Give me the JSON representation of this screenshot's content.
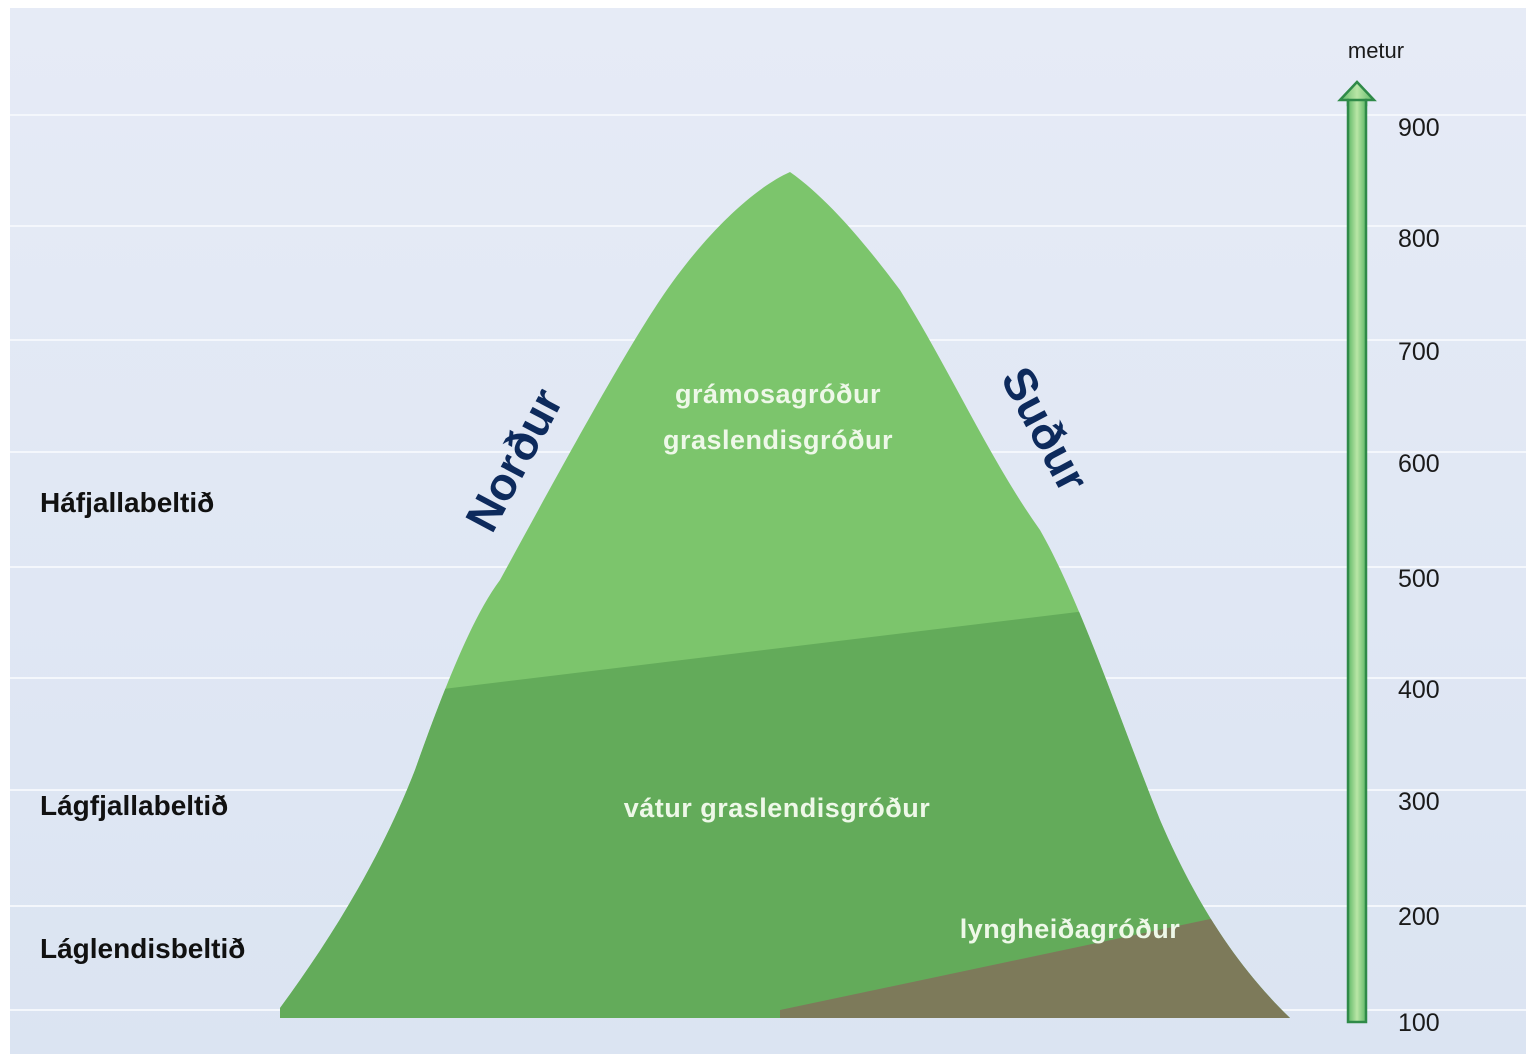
{
  "colors": {
    "sky_top": "#e2e8f5",
    "sky_bottom": "#dfe7f3",
    "grid_line": "#f4f7fc",
    "upper_zone": "#7cc56c",
    "middle_zone": "#63ab5a",
    "heath_zone": "#7d7a5a",
    "vegetation_text": "#eef8e8",
    "direction_text": "#0d2a5c",
    "scale_bar": "#8fd07e",
    "scale_outline": "#2f8a48"
  },
  "zones": {
    "highland": "Háfjallabeltið",
    "lowmountain": "Lágfjallabeltið",
    "lowland": "Láglendisbeltið"
  },
  "vegetation": {
    "moss": "grámosagróður",
    "grass": "graslendisgróður",
    "wet_grass": "vátur graslendisgróður",
    "heath": "lyngheiðagróður"
  },
  "directions": {
    "north": "Norður",
    "south": "Suður"
  },
  "scale": {
    "unit": "metur",
    "ticks": [
      "900",
      "800",
      "700",
      "600",
      "500",
      "400",
      "300",
      "200",
      "100"
    ]
  }
}
